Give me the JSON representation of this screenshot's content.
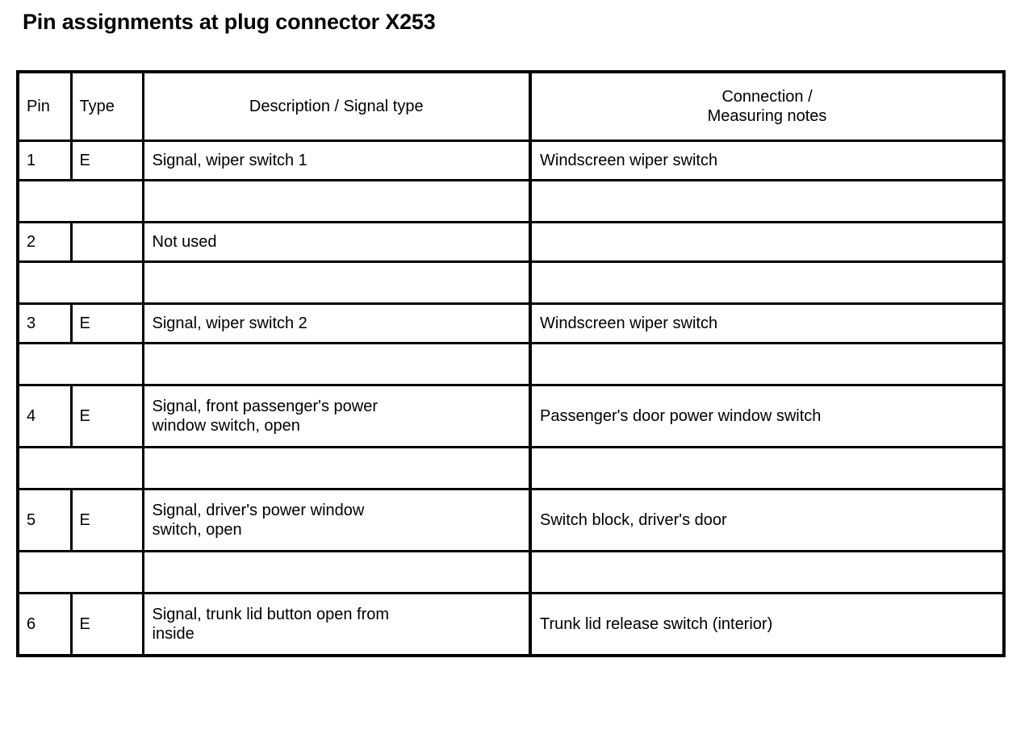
{
  "document": {
    "title": "Pin assignments at plug connector X253"
  },
  "table": {
    "headers": {
      "pin": "Pin",
      "type": "Type",
      "description": "Description / Signal type",
      "connection_line1": "Connection /",
      "connection_line2": "Measuring notes"
    },
    "rows": [
      {
        "kind": "data",
        "pin": "1",
        "type": "E",
        "description": "Signal, wiper switch 1",
        "connection": "Windscreen wiper switch",
        "tall": false
      },
      {
        "kind": "spacer",
        "pin": "",
        "type": "",
        "description": "",
        "connection": "",
        "tall": false
      },
      {
        "kind": "data",
        "pin": "2",
        "type": "",
        "description": "Not used",
        "connection": "",
        "tall": false
      },
      {
        "kind": "spacer",
        "pin": "",
        "type": "",
        "description": "",
        "connection": "",
        "tall": false
      },
      {
        "kind": "data",
        "pin": "3",
        "type": "E",
        "description": "Signal, wiper switch 2",
        "connection": "Windscreen wiper switch",
        "tall": false
      },
      {
        "kind": "spacer",
        "pin": "",
        "type": "",
        "description": "",
        "connection": "",
        "tall": false
      },
      {
        "kind": "data",
        "pin": "4",
        "type": "E",
        "description": "Signal, front passenger's power\nwindow switch, open",
        "connection": "Passenger's door power window switch",
        "tall": true
      },
      {
        "kind": "spacer",
        "pin": "",
        "type": "",
        "description": "",
        "connection": "",
        "tall": false
      },
      {
        "kind": "data",
        "pin": "5",
        "type": "E",
        "description": "Signal, driver's power window\nswitch, open",
        "connection": "Switch block, driver's door",
        "tall": true
      },
      {
        "kind": "spacer",
        "pin": "",
        "type": "",
        "description": "",
        "connection": "",
        "tall": false
      },
      {
        "kind": "data",
        "pin": "6",
        "type": "E",
        "description": "Signal, trunk lid button open from\ninside",
        "connection": "Trunk lid release switch (interior)",
        "tall": true
      }
    ]
  },
  "colors": {
    "background": "#ffffff",
    "text": "#000000",
    "border": "#000000"
  }
}
